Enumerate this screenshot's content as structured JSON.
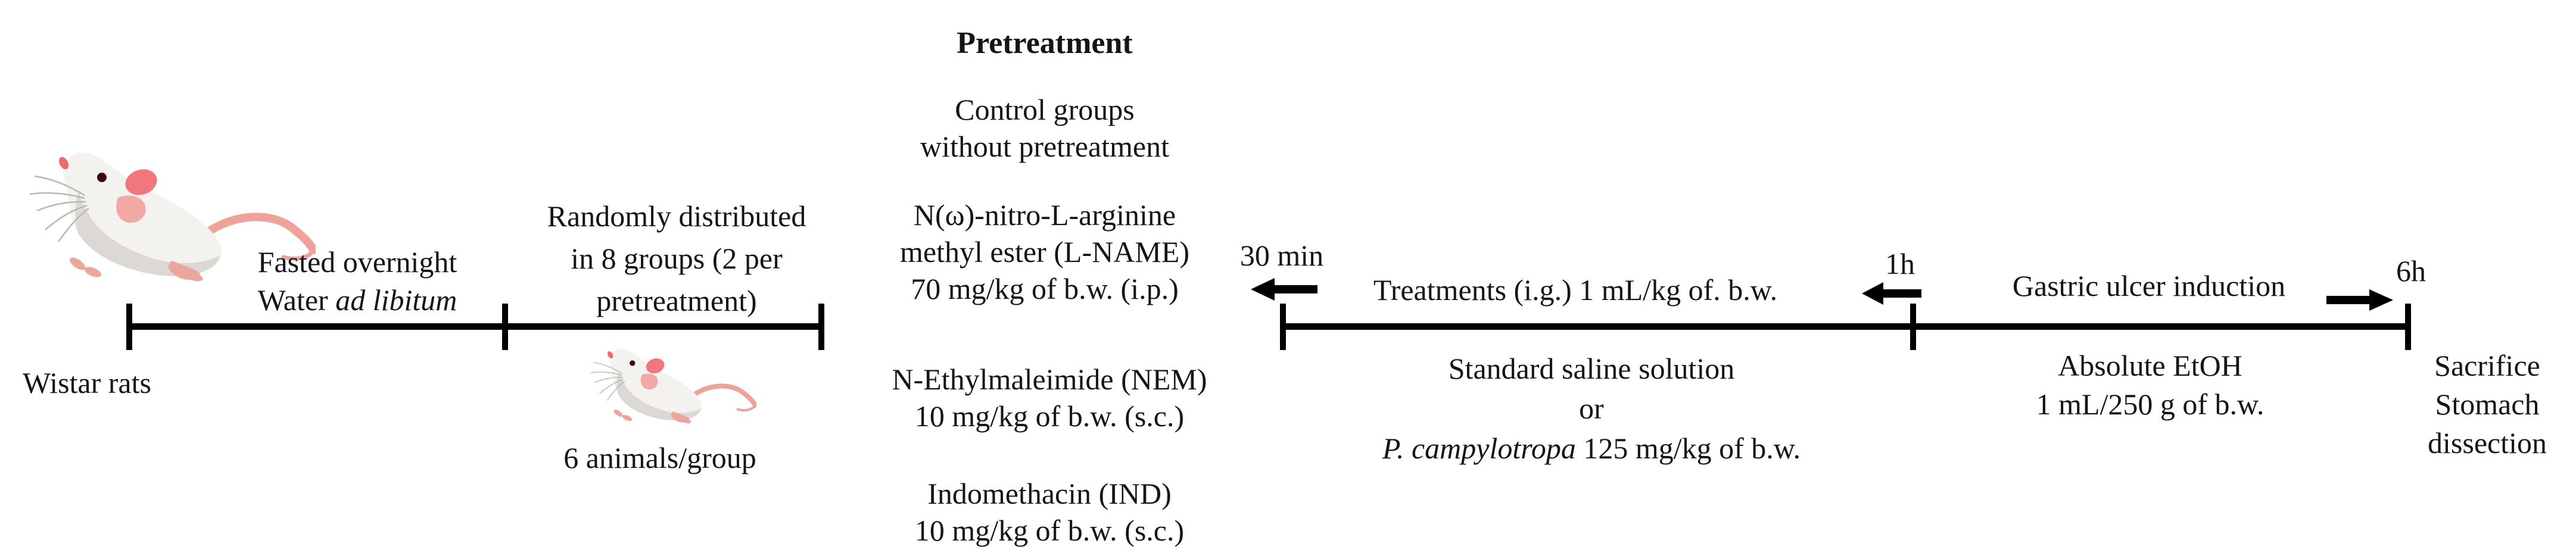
{
  "colors": {
    "text": "#151515",
    "line": "#000000",
    "rat_body": "#f4f2ef",
    "rat_shade": "#dcd8d3",
    "rat_pink": "#efa29a",
    "rat_ear": "#f2767d",
    "rat_ear_inner": "#f2a8a5",
    "rat_eye": "#3f070b",
    "rat_whisker": "#b9b7b5"
  },
  "icons": {
    "left_arrow": "arrow-left-icon",
    "right_arrow": "arrow-right-icon",
    "rat": "rat-illustration"
  },
  "start": {
    "label": "Wistar rats"
  },
  "phase_fasting": {
    "line1": "Fasted overnight",
    "line2_roman": "Water ",
    "line2_italic": "ad libitum"
  },
  "phase_grouping": {
    "line1": "Randomly distributed",
    "line2": "in 8 groups (2 per",
    "line3": "pretreatment)",
    "group_size": "6 animals/group"
  },
  "pretreatment": {
    "title": "Pretreatment",
    "groups": [
      {
        "lines": [
          "Control groups",
          "without pretreatment"
        ]
      },
      {
        "lines": [
          "N(ω)-nitro-L-arginine",
          "methyl ester (L-NAME)",
          "70 mg/kg of b.w. (i.p.)"
        ]
      },
      {
        "lines": [
          "N-Ethylmaleimide (NEM)",
          "10 mg/kg of b.w. (s.c.)"
        ]
      },
      {
        "lines": [
          "Indomethacin (IND)",
          "10 mg/kg of b.w. (s.c.)"
        ]
      }
    ]
  },
  "treatment_phase": {
    "time_label": "30 min",
    "label": "Treatments (i.g.) 1 mL/kg of. b.w.",
    "below_line1": "Standard saline solution",
    "below_line2": "or",
    "below_line3_italic": "P. campylotropa",
    "below_line3_rest": " 125 mg/kg of b.w."
  },
  "induction_phase": {
    "time_label": "1h",
    "label": "Gastric ulcer induction",
    "below_line1": "Absolute EtOH",
    "below_line2": "1 mL/250 g of b.w."
  },
  "endpoint": {
    "time_label": "6h",
    "lines": [
      "Sacrifice",
      "Stomach",
      "dissection"
    ]
  }
}
